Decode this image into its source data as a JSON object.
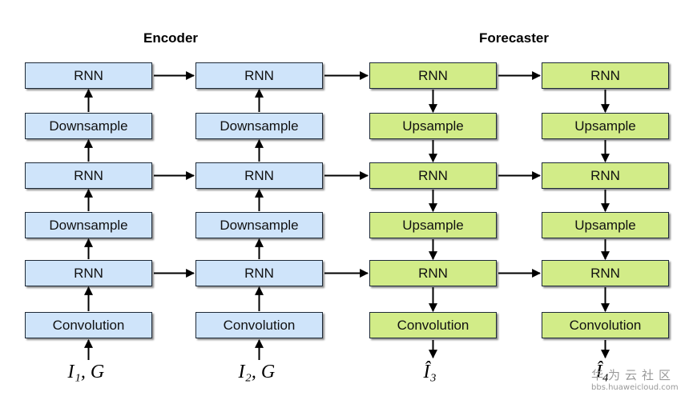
{
  "headers": {
    "encoder": "Encoder",
    "forecaster": "Forecaster"
  },
  "colors": {
    "encoder_fill": "#cfe4fa",
    "forecaster_fill": "#d2ec88",
    "border": "#1e2a38",
    "arrow": "#000000"
  },
  "columns": [
    {
      "type": "encoder",
      "boxes": [
        "RNN",
        "Downsample",
        "RNN",
        "Downsample",
        "RNN",
        "Convolution"
      ],
      "io_label": "I₁, G",
      "io_direction": "in"
    },
    {
      "type": "encoder",
      "boxes": [
        "RNN",
        "Downsample",
        "RNN",
        "Downsample",
        "RNN",
        "Convolution"
      ],
      "io_label": "I₂, G",
      "io_direction": "in"
    },
    {
      "type": "forecaster",
      "boxes": [
        "RNN",
        "Upsample",
        "RNN",
        "Upsample",
        "RNN",
        "Convolution"
      ],
      "io_label": "Î₃",
      "io_direction": "out"
    },
    {
      "type": "forecaster",
      "boxes": [
        "RNN",
        "Upsample",
        "RNN",
        "Upsample",
        "RNN",
        "Convolution"
      ],
      "io_label": "Î₄",
      "io_direction": "out"
    }
  ],
  "watermark": {
    "line1": "华为云社区",
    "line2": "bbs.huaweicloud.com"
  }
}
